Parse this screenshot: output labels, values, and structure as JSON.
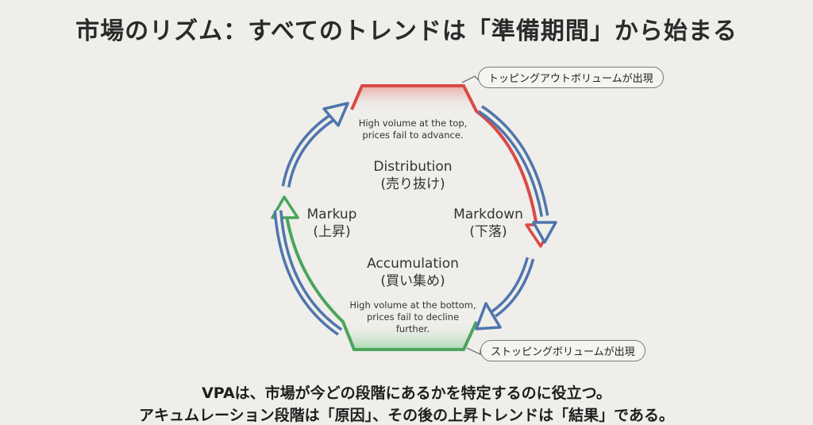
{
  "title": "市場のリズム：すべてのトレンドは「準備期間」から始まる",
  "cycle": {
    "distribution": {
      "name": "Distribution",
      "jp": "(売り抜け)",
      "note_line1": "High volume at the top,",
      "note_line2": "prices fail to advance."
    },
    "markdown": {
      "name": "Markdown",
      "jp": "(下落)"
    },
    "accumulation": {
      "name": "Accumulation",
      "jp": "(買い集め)",
      "note_line1": "High volume at the bottom,",
      "note_line2": "prices fail to decline",
      "note_line3": "further."
    },
    "markup": {
      "name": "Markup",
      "jp": "(上昇)"
    }
  },
  "callouts": {
    "top": "トッピングアウトボリュームが出現",
    "bottom": "ストッピングボリュームが出現"
  },
  "footer": {
    "line1": "VPAは、市場が今どの段階にあるかを特定するのに役立つ。",
    "line2": "アキュムレーション段階は「原因」、その後の上昇トレンドは「結果」である。"
  },
  "colors": {
    "red": "#d94a47",
    "green": "#4aa55c",
    "blue": "#4f75ad",
    "background": "#efeeea"
  }
}
